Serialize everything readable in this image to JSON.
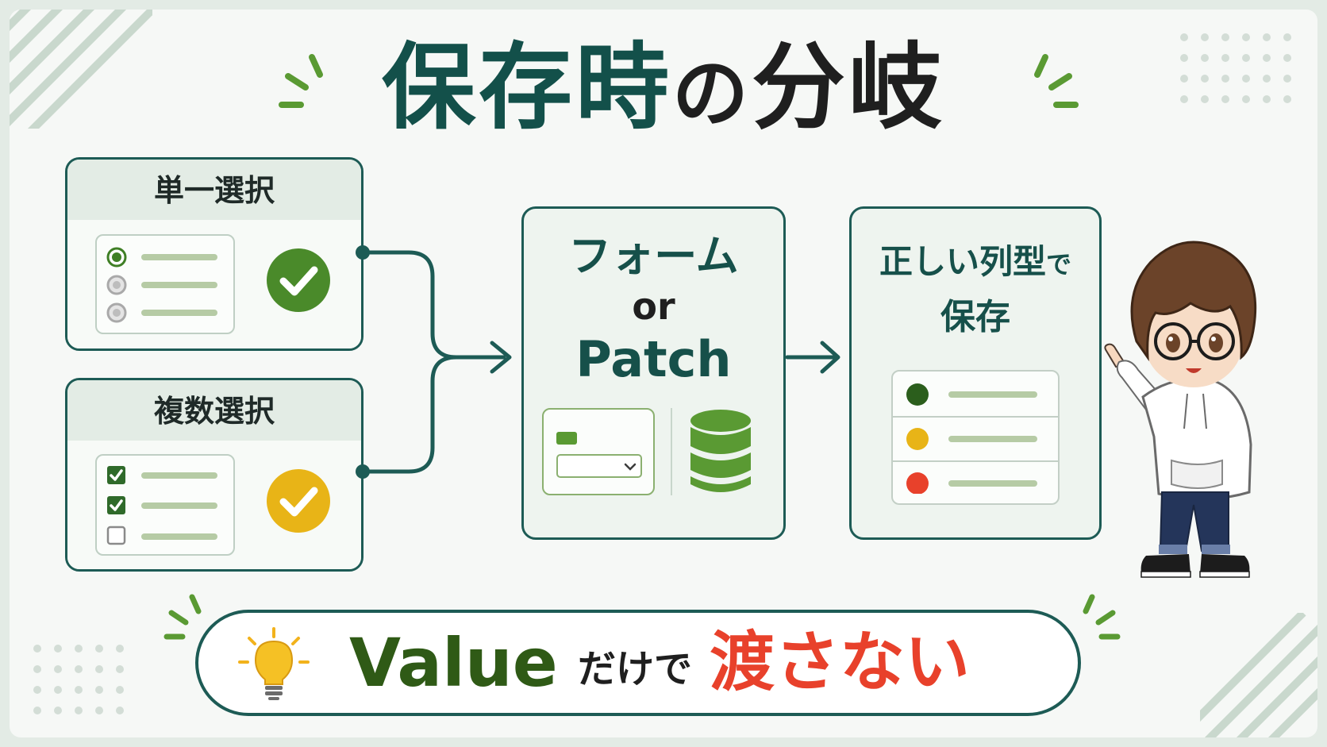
{
  "title": {
    "part1": "保存時",
    "part2": "の",
    "part3": "分岐"
  },
  "single_select": {
    "heading": "単一選択"
  },
  "multi_select": {
    "heading": "複数選択"
  },
  "middle": {
    "line1": "フォーム",
    "line2": "or",
    "line3": "Patch"
  },
  "result": {
    "line1a": "正しい列型",
    "line1b": "で",
    "line2": "保存"
  },
  "banner": {
    "value": "Value",
    "dake": "だけで",
    "watasanai": "渡さない"
  },
  "colors": {
    "primary": "#1d5b55",
    "title_green": "#13504a",
    "check_green": "#4a8a2a",
    "check_yellow": "#e8b417",
    "status_red": "#e8412b",
    "db_green": "#5a9a33"
  },
  "icons": [
    "radio-icon",
    "check-circle-icon",
    "checkbox-icon",
    "database-icon",
    "dropdown-icon",
    "lightbulb-icon"
  ]
}
